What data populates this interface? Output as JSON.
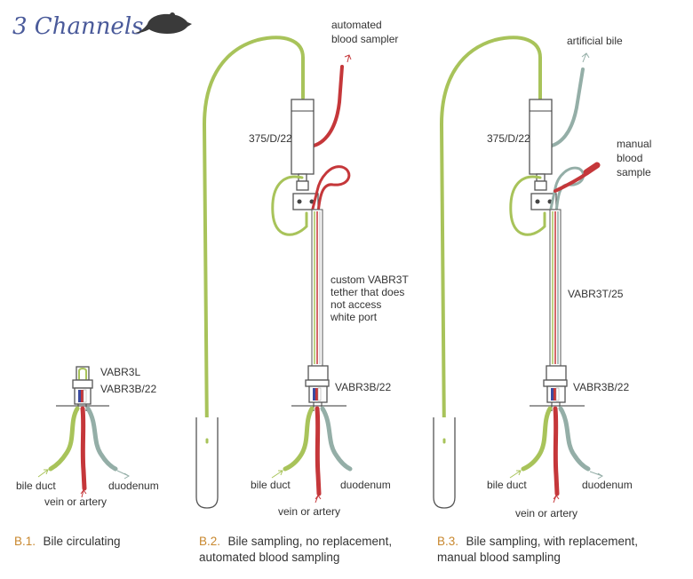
{
  "title": "3 Channels",
  "icons": {
    "animal": "rat-silhouette-icon"
  },
  "colors": {
    "bile": "#a8c35a",
    "blood": "#c5373a",
    "duodenum": "#94aea7",
    "title": "#4a5a9a",
    "caption_number": "#c8872e"
  },
  "panels": {
    "b1": {
      "labels": {
        "top_part": "VABR3L",
        "base_part": "VABR3B/22",
        "bile_duct": "bile duct",
        "vein": "vein or artery",
        "duodenum": "duodenum"
      },
      "caption": {
        "number": "B.1.",
        "line1": "Bile circulating"
      }
    },
    "b2": {
      "labels": {
        "sampler": "automated",
        "sampler2": "blood sampler",
        "swivel": "375/D/22",
        "tether": "custom VABR3T",
        "tether2": "tether that does",
        "tether3": "not access",
        "tether4": "white port",
        "base_part": "VABR3B/22",
        "bile_duct": "bile duct",
        "vein": "vein or artery",
        "duodenum": "duodenum"
      },
      "caption": {
        "number": "B.2.",
        "line1": "Bile sampling, no replacement,",
        "line2": "automated blood sampling"
      }
    },
    "b3": {
      "labels": {
        "artificial": "artificial bile",
        "swivel": "375/D/22",
        "manual": "manual",
        "manual2": "blood",
        "manual3": "sample",
        "tether": "VABR3T/25",
        "base_part": "VABR3B/22",
        "bile_duct": "bile duct",
        "vein": "vein or artery",
        "duodenum": "duodenum"
      },
      "caption": {
        "number": "B.3.",
        "line1": "Bile sampling, with replacement,",
        "line2": "manual blood sampling"
      }
    }
  }
}
